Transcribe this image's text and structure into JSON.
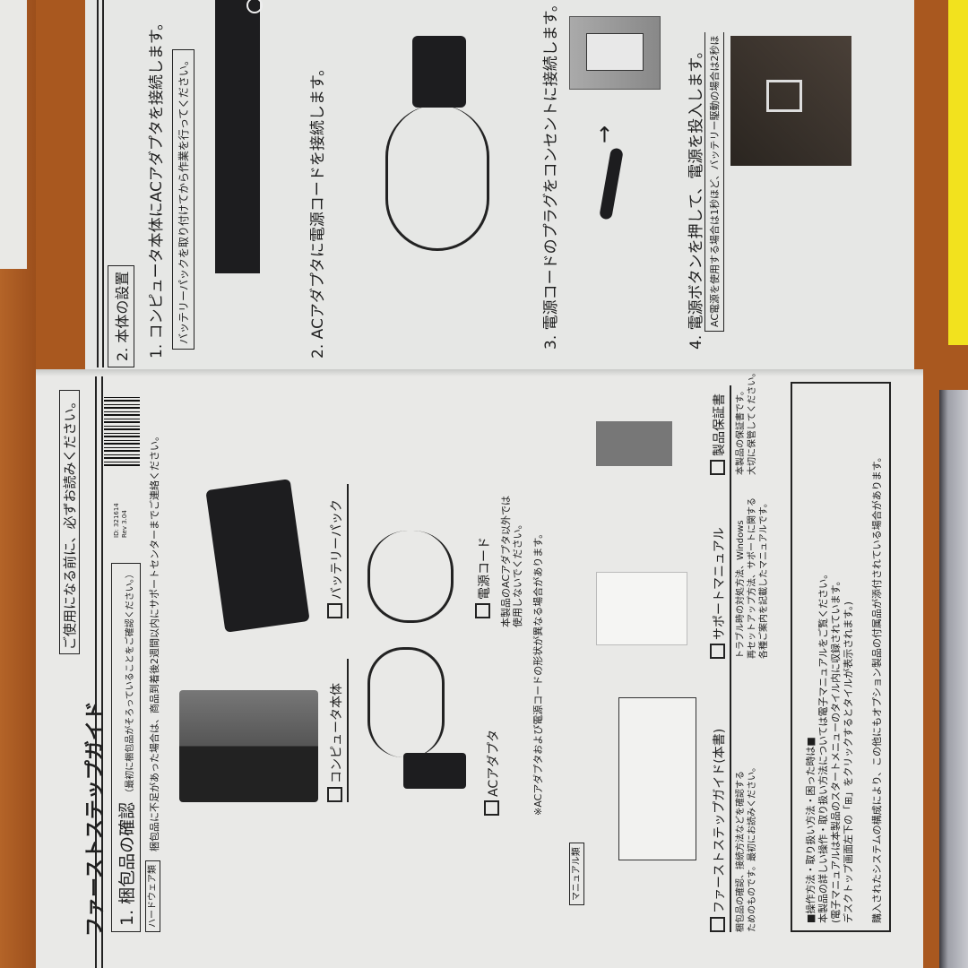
{
  "left_page": {
    "title": "ファーストステップガイド",
    "notice": "ご使用になる前に、必ずお読みください。",
    "section1": {
      "heading": "1. 梱包品の確認",
      "subheading": "（最初に梱包品がそろっていることをご確認ください。）",
      "id": "ID: 321614",
      "rev": "Rev 3.04",
      "hardware_tag": "ハードウェア類",
      "hardware_note": "梱包品に不足があった場合は、商品到着後2週間以内にサポートセンターまでご連絡ください。",
      "items": [
        {
          "label": "コンピュータ本体"
        },
        {
          "label": "バッテリーパック"
        },
        {
          "label": "ACアダプタ"
        },
        {
          "label": "電源コード",
          "desc1": "本製品のACアダプタ以外では",
          "desc2": "使用しないでください。"
        }
      ],
      "footnote": "※ACアダプタおよび電源コードの形状が異なる場合があります。",
      "manuals_tag": "マニュアル類",
      "manuals": [
        {
          "label": "ファーストステップガイド(本書)",
          "desc1": "梱包品の確認、接続方法などを確認する",
          "desc2": "ためのものです。最初にお読みください。"
        },
        {
          "label": "サポートマニュアル",
          "desc1": "トラブル時の対処方法、Windows",
          "desc2": "再セットアップ方法、サポートに関する",
          "desc3": "各種ご案内を記載したマニュアルです。"
        },
        {
          "label": "製品保証書",
          "desc1": "本製品の保証書です。",
          "desc2": "大切に保管してください。"
        }
      ],
      "info_box": {
        "heading": "■操作方法・取り扱い方法・困った時は■",
        "line1": "本製品の詳しい操作・取り扱い方法については電子マニュアルをご覧ください。",
        "line2": "(電子マニュアルは本製品のスタートメニューのタイル内に収録されています。",
        "line3": "デスクトップ画面左下の「⊞」をクリックするとタイルが表示されます。)"
      },
      "closing": "購入されたシステムの構成により、この他にもオプション製品の付属品が添付されている場合があります。"
    }
  },
  "right_page": {
    "section2": {
      "heading": "2. 本体の設置",
      "steps": [
        {
          "text": "1. コンピュータ本体にACアダプタを接続します。",
          "note": "バッテリーパックを取り付けてから作業を行ってください。"
        },
        {
          "text": "2. ACアダプタに電源コードを接続します。"
        },
        {
          "text": "3. 電源コードのプラグをコンセントに接続します。"
        },
        {
          "text": "4. 電源ボタンを押して、電源を投入します。",
          "note": "AC電源を使用する場合は1秒ほど、バッテリー駆動の場合は2秒ほ"
        }
      ]
    }
  },
  "colors": {
    "paper": "#e6e7e5",
    "wood": "#a9581f",
    "ink": "#1e1e1e"
  }
}
